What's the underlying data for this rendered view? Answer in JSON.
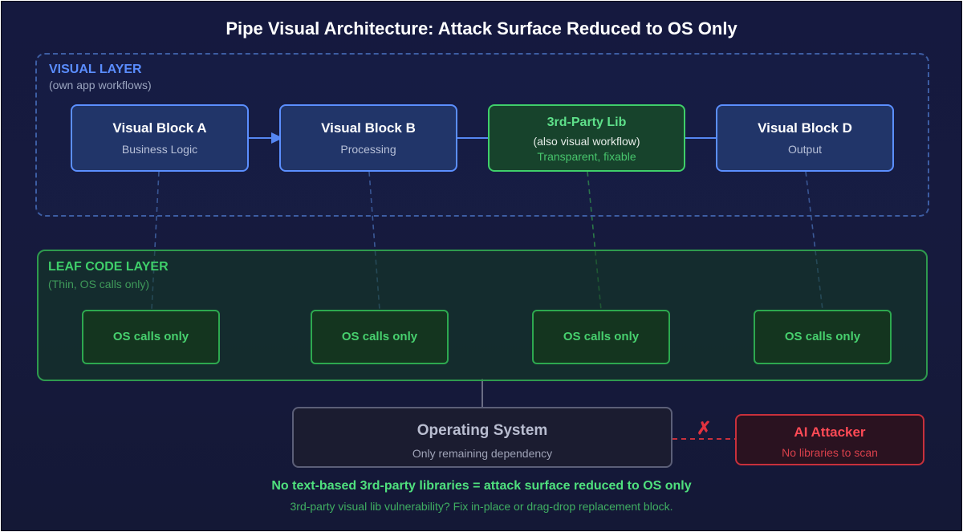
{
  "title": "Pipe Visual Architecture: Attack Surface Reduced to OS Only",
  "visual_layer": {
    "title": "VISUAL LAYER",
    "subtitle": "(own app workflows)",
    "blocks": [
      {
        "title": "Visual Block A",
        "subtitle": "Business Logic"
      },
      {
        "title": "Visual Block B",
        "subtitle": "Processing"
      },
      {
        "title": "3rd-Party Lib",
        "line1": "(also visual workflow)",
        "line2": "Transparent, fixable"
      },
      {
        "title": "Visual Block D",
        "subtitle": "Output"
      }
    ]
  },
  "leaf_layer": {
    "title": "LEAF CODE LAYER",
    "subtitle": "(Thin, OS calls only)",
    "blocks": [
      "OS calls only",
      "OS calls only",
      "OS calls only",
      "OS calls only"
    ]
  },
  "os": {
    "title": "Operating System",
    "subtitle": "Only remaining dependency"
  },
  "attacker": {
    "title": "AI Attacker",
    "subtitle": "No libraries to scan",
    "blocked_mark": "✗"
  },
  "footer": {
    "headline": "No text-based 3rd-party libraries = attack surface reduced to OS only",
    "note": "3rd-party visual lib vulnerability? Fix in-place or drag-drop replacement block."
  },
  "colors": {
    "visual_accent": "#5b8fff",
    "leaf_accent": "#3fcf6a",
    "attacker_accent": "#e0323f",
    "background": "#15193f"
  }
}
